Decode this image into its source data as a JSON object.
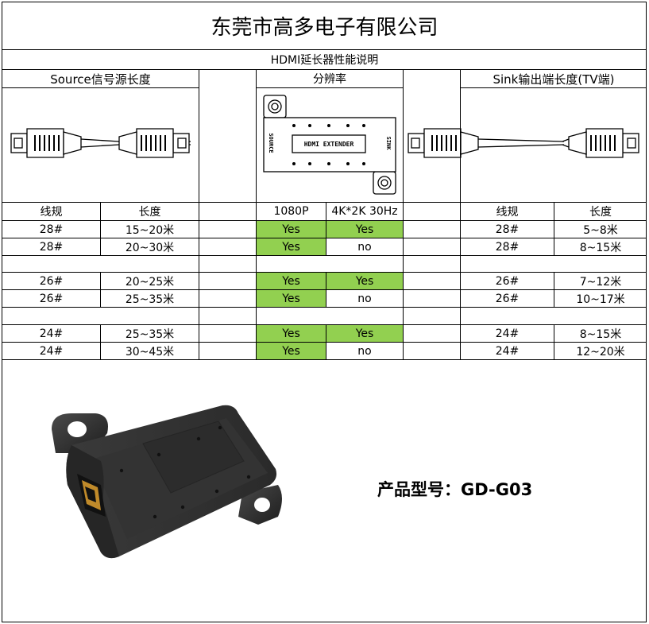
{
  "company_title": "东莞市高多电子有限公司",
  "subtitle": "HDMI延长器性能说明",
  "headers": {
    "source": "Source信号源长度",
    "resolution": "分辨率",
    "sink": "Sink输出端长度(TV端)"
  },
  "columns": {
    "source_gauge": "线规",
    "source_length": "长度",
    "res_1080p": "1080P",
    "res_4k": "4K*2K 30Hz",
    "sink_gauge": "线规",
    "sink_length": "长度"
  },
  "rows": [
    {
      "source_gauge": "28#",
      "source_length": "15~20米",
      "res_1080p": "Yes",
      "res_4k": "Yes",
      "sink_gauge": "28#",
      "sink_length": "5~8米"
    },
    {
      "source_gauge": "28#",
      "source_length": "20~30米",
      "res_1080p": "Yes",
      "res_4k": "no",
      "sink_gauge": "28#",
      "sink_length": "8~15米"
    },
    {
      "source_gauge": "26#",
      "source_length": "20~25米",
      "res_1080p": "Yes",
      "res_4k": "Yes",
      "sink_gauge": "26#",
      "sink_length": "7~12米"
    },
    {
      "source_gauge": "26#",
      "source_length": "25~35米",
      "res_1080p": "Yes",
      "res_4k": "no",
      "sink_gauge": "26#",
      "sink_length": "10~17米"
    },
    {
      "source_gauge": "24#",
      "source_length": "25~35米",
      "res_1080p": "Yes",
      "res_4k": "Yes",
      "sink_gauge": "24#",
      "sink_length": "8~15米"
    },
    {
      "source_gauge": "24#",
      "source_length": "30~45米",
      "res_1080p": "Yes",
      "res_4k": "no",
      "sink_gauge": "24#",
      "sink_length": "12~20米"
    }
  ],
  "device_label": {
    "extender": "HDMI EXTENDER",
    "source": "SOURCE",
    "sink": "SINK"
  },
  "product_model": "产品型号：GD-G03",
  "colors": {
    "yes_fill": "#92d050",
    "device_body": "#2b2b2b"
  }
}
